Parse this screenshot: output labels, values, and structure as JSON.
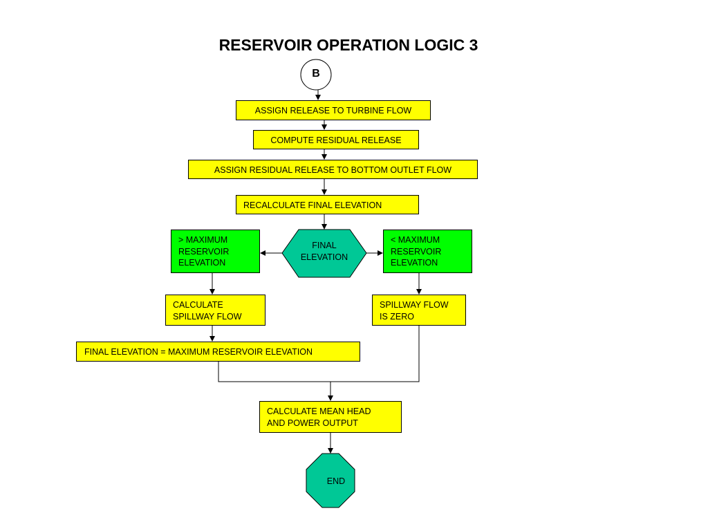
{
  "title": "RESERVOIR OPERATION LOGIC 3",
  "connector": "B",
  "steps": {
    "assign_turbine": "ASSIGN RELEASE TO TURBINE FLOW",
    "compute_residual": "COMPUTE RESIDUAL RELEASE",
    "assign_bottom": "ASSIGN RESIDUAL RELEASE TO BOTTOM OUTLET FLOW",
    "recalculate": "RECALCULATE FINAL ELEVATION",
    "decision": "FINAL\nELEVATION",
    "greater": "> MAXIMUM\nRESERVOIR\nELEVATION",
    "less": "< MAXIMUM\nRESERVOIR\nELEVATION",
    "calc_spillway": "CALCULATE\nSPILLWAY FLOW",
    "spillway_zero": "SPILLWAY FLOW\nIS ZERO",
    "final_equals": "FINAL ELEVATION = MAXIMUM RESERVOIR ELEVATION",
    "mean_head": "CALCULATE MEAN HEAD\nAND POWER OUTPUT",
    "end": "END"
  },
  "colors": {
    "process": "#ffff00",
    "condition": "#00ff00",
    "terminal": "#00c896"
  }
}
